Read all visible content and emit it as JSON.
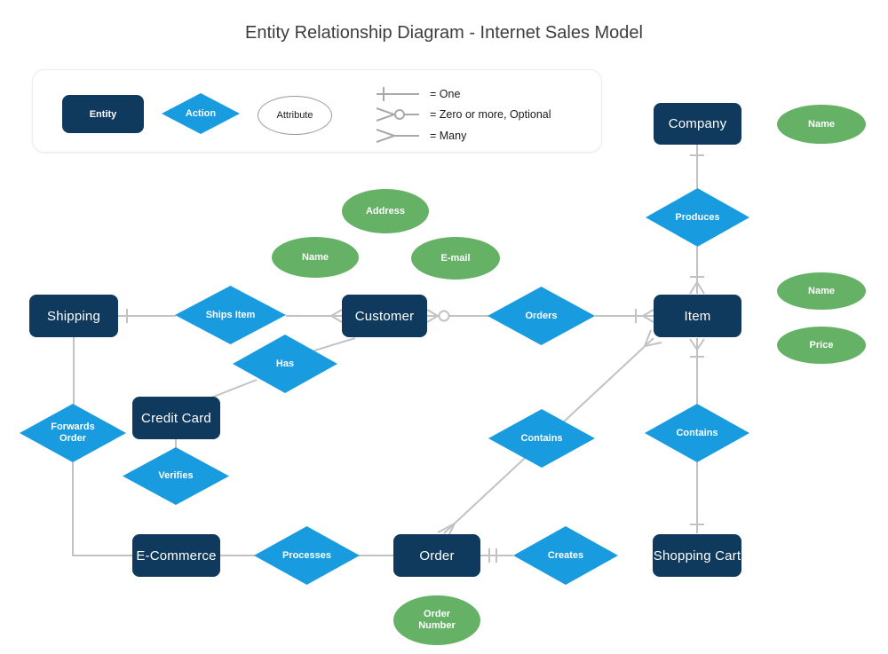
{
  "title": "Entity Relationship Diagram - Internet Sales Model",
  "colors": {
    "entity_fill": "#0f3a5e",
    "action_fill": "#189cdf",
    "attribute_fill": "#65b166",
    "connector": "#c2c2c2",
    "title_text": "#3d3d3d"
  },
  "legend": {
    "entity_label": "Entity",
    "action_label": "Action",
    "attribute_label": "Attribute",
    "markers": [
      {
        "icon": "one-marker-icon",
        "label": "= One"
      },
      {
        "icon": "zero-or-more-marker-icon",
        "label": "= Zero or more, Optional"
      },
      {
        "icon": "many-marker-icon",
        "label": "= Many"
      }
    ]
  },
  "entities": [
    {
      "id": "company",
      "label": "Company"
    },
    {
      "id": "shipping",
      "label": "Shipping"
    },
    {
      "id": "customer",
      "label": "Customer"
    },
    {
      "id": "item",
      "label": "Item"
    },
    {
      "id": "credit-card",
      "label": "Credit Card"
    },
    {
      "id": "e-commerce",
      "label": "E-Commerce"
    },
    {
      "id": "order",
      "label": "Order"
    },
    {
      "id": "shopping-cart",
      "label": "Shopping Cart"
    }
  ],
  "actions": [
    {
      "id": "produces",
      "label": "Produces"
    },
    {
      "id": "ships-item",
      "label": "Ships Item"
    },
    {
      "id": "orders",
      "label": "Orders"
    },
    {
      "id": "has",
      "label": "Has"
    },
    {
      "id": "forwards-order",
      "label": "Forwards Order"
    },
    {
      "id": "verifies",
      "label": "Verifies"
    },
    {
      "id": "contains-item-order",
      "label": "Contains"
    },
    {
      "id": "contains-item-cart",
      "label": "Contains"
    },
    {
      "id": "processes",
      "label": "Processes"
    },
    {
      "id": "creates",
      "label": "Creates"
    }
  ],
  "attributes": [
    {
      "id": "company-name",
      "label": "Name"
    },
    {
      "id": "customer-address",
      "label": "Address"
    },
    {
      "id": "customer-name",
      "label": "Name"
    },
    {
      "id": "customer-email",
      "label": "E-mail"
    },
    {
      "id": "item-name",
      "label": "Name"
    },
    {
      "id": "item-price",
      "label": "Price"
    },
    {
      "id": "order-number",
      "label": "Order Number"
    }
  ]
}
